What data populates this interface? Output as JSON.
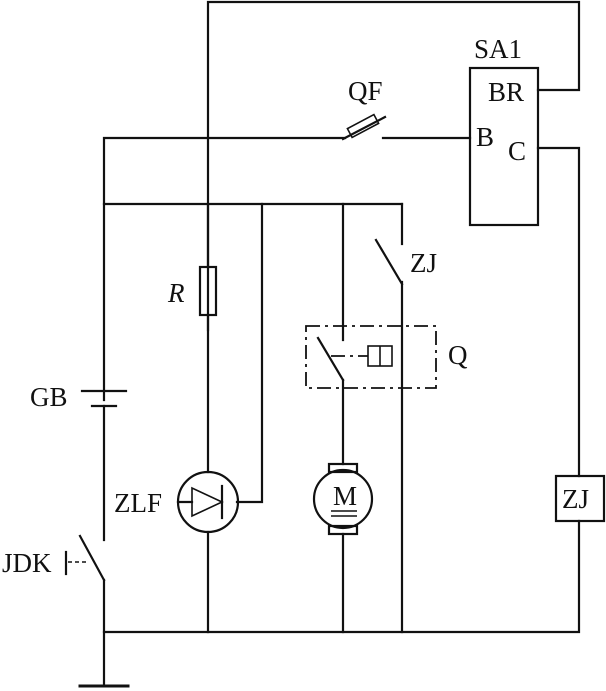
{
  "labels": {
    "sa1": "SA1",
    "br": "BR",
    "b": "B",
    "c": "C",
    "qf": "QF",
    "zj_contact": "ZJ",
    "r": "R",
    "q": "Q",
    "gb": "GB",
    "zlf": "ZLF",
    "motor": "M",
    "zj_relay": "ZJ",
    "jdk": "JDK"
  }
}
